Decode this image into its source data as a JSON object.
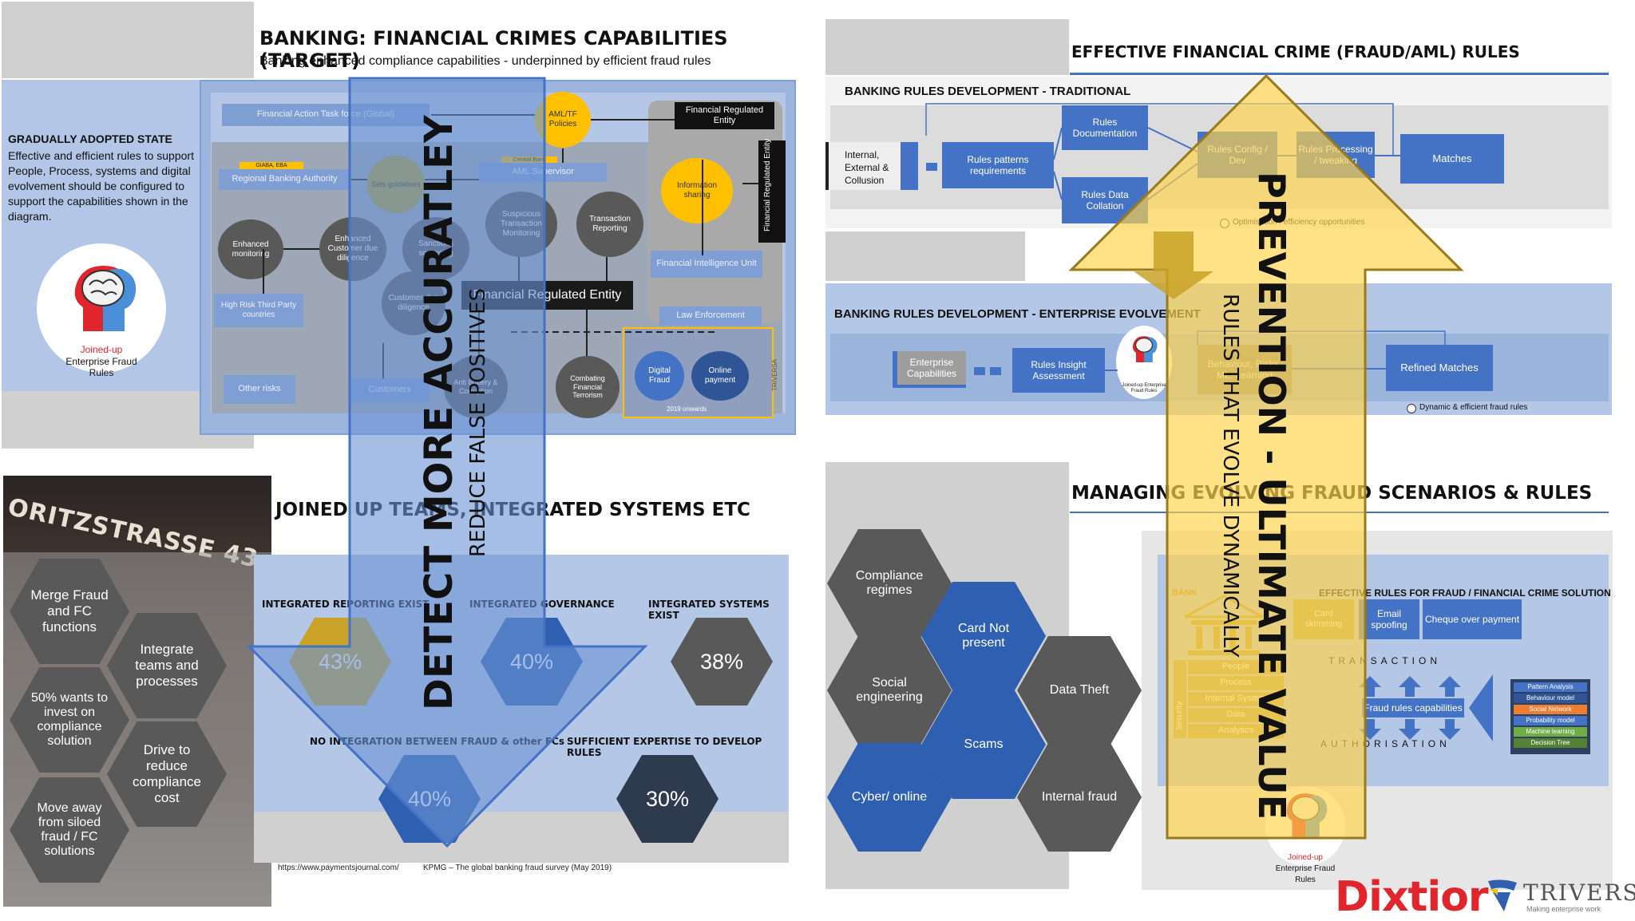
{
  "q1": {
    "title": "BANKING: FINANCIAL CRIMES CAPABILITIES (TARGET)",
    "subtitle": "Banking enhanced compliance capabilities - underpinned by efficient fraud rules",
    "state_heading": "GRADUALLY ADOPTED STATE",
    "state_text": "Effective and efficient rules to support People, Process, systems and digital evolvement should be configured to support the capabilities shown in the diagram.",
    "logo_line1": "Joined-up",
    "logo_line2": "Enterprise Fraud",
    "logo_line3": "Rules",
    "nodes": {
      "fatf": "Financial  Action Task force (Global)",
      "aml_policies": "AML/TF Policies",
      "fin_reg_entity_top": "Financial Regulated Entity",
      "giaba": "GIABA, EBA",
      "rba": "Regional Banking Authority",
      "sets": "Sets guidelines",
      "central_bank": "Central Bank",
      "aml_supervisor": "AML Supervisor",
      "info_sharing": "Information sharing",
      "fin_reg_entity_side": "Financial Regulated Entity",
      "enh_monitoring": "Enhanced monitoring",
      "enh_cdd": "Enhanced Customer due diligence",
      "sanctions": "Sanctions screening",
      "stm": "Suspicious Transaction Monitoring",
      "tr": "Transaction Reporting",
      "fiu": "Financial Intelligence Unit",
      "high_risk": "High Risk Third Party countries",
      "cdd": "Customer due diligence",
      "fre_main": "Financial Regulated Entity",
      "law": "Law Enforcement",
      "other_risks": "Other risks",
      "customers": "Customers",
      "anti_bribery": "Anti Bribery & Corruption",
      "cft": "Combating Financial Terrorism",
      "digital_fraud": "Digital Fraud",
      "online_payment": "Online payment",
      "year": "2019 onwards",
      "triversa_small": "TRIVERSA"
    }
  },
  "q2": {
    "title": "EFFECTIVE FINANCIAL CRIME (FRAUD/AML) RULES",
    "trad_heading": "BANKING RULES DEVELOPMENT  - TRADITIONAL",
    "trad_source": "Internal, External & Collusion",
    "rules_patterns": "Rules patterns requirements",
    "rules_doc": "Rules Documentation",
    "rules_data": "Rules Data Collation",
    "rules_config": "Rules Config / Dev",
    "rules_processing": "Rules Processing / tweaking",
    "matches": "Matches",
    "optimisation": "Optimisation / efficiency opportunities",
    "ent_heading": "BANKING RULES DEVELOPMENT  -  ENTERPRISE EVOLVEMENT",
    "ent_caps": "Enterprise Capabilities",
    "rules_insight": "Rules Insight Assessment",
    "behaviour": "Behaviour, Risks, ML, Learning",
    "refined": "Refined Matches",
    "dynamic": "Dynamic & efficient fraud rules",
    "mini_logo": "Joined-up Enterprise Fraud Rules"
  },
  "q3": {
    "title": "JOINED UP TEAMS, INTEGRATED SYSTEMS ETC",
    "street": "ORITZSTRASSE 43",
    "hexes": [
      "Merge Fraud and FC functions",
      "Integrate teams and processes",
      "50% wants to invest on compliance solution",
      "Drive to reduce compliance cost",
      "Move away from siloed fraud  / FC solutions"
    ],
    "stat1_label": "INTEGRATED REPORTING EXIST",
    "stat1_value": "43%",
    "stat2_label": "INTEGRATED GOVERNANCE",
    "stat2_value": "40%",
    "stat3_label": "INTEGRATED SYSTEMS EXIST",
    "stat3_value": "38%",
    "stat4_label": "NO INTEGRATION BETWEEN FRAUD & other FCs",
    "stat4_value": "40%",
    "stat5_label": "SUFFICIENT EXPERTISE TO DEVELOP RULES",
    "stat5_value": "30%",
    "source1": "https://www.paymentsjournal.com/",
    "source2": "KPMG – The global banking fraud survey (May 2019)"
  },
  "q4": {
    "title": "MANAGING EVOLVING FRAUD SCENARIOS & RULES",
    "hexes": {
      "compliance": "Compliance regimes",
      "cnp": "Card Not present",
      "social": "Social engineering",
      "data_theft": "Data Theft",
      "scams": "Scams",
      "cyber": "Cyber/ online",
      "internal": "Internal fraud"
    },
    "bank": "BANK",
    "effective_rules": "EFFECTIVE RULES FOR FRAUD / FINANCIAL CRIME SOLUTION",
    "people": "People",
    "process": "Process",
    "internal_system": "Internal System",
    "data": "Data",
    "analytics": "Analytics",
    "security": "Security",
    "card_skimming": "Card skimming",
    "email_spoofing": "Email spoofing",
    "cheque": "Cheque over payment",
    "transaction": "TRANSACTION",
    "authorisation": "AUTHORISATION",
    "fraud_caps": "Fraud rules capabilities",
    "techniques": [
      "Pattern Analysis",
      "Behaviour model",
      "Social Network",
      "Probability model",
      "Machine learning",
      "Decision Tree"
    ],
    "logo_line1": "Joined-up",
    "logo_line2": "Enterprise Fraud",
    "logo_line3": "Rules"
  },
  "overlay": {
    "down_main": "DETECT MORE ACCURATLEY",
    "down_sub": "REDUCE FALSE POSITIVES",
    "up_main": "PREVENTION - ULTIMATE VALUE",
    "up_sub": "RULES THAT EVOLVE DYNAMICALLY"
  },
  "brand": {
    "dixtior": "Dixtior",
    "triversa": "TRIVERSA",
    "triversa_tag": "Making enterprise work"
  },
  "colors": {
    "blue": "#4472c4",
    "yellow": "#ffc000",
    "grey": "#808080",
    "dark": "#3a3a3a",
    "red": "#e0262b"
  }
}
